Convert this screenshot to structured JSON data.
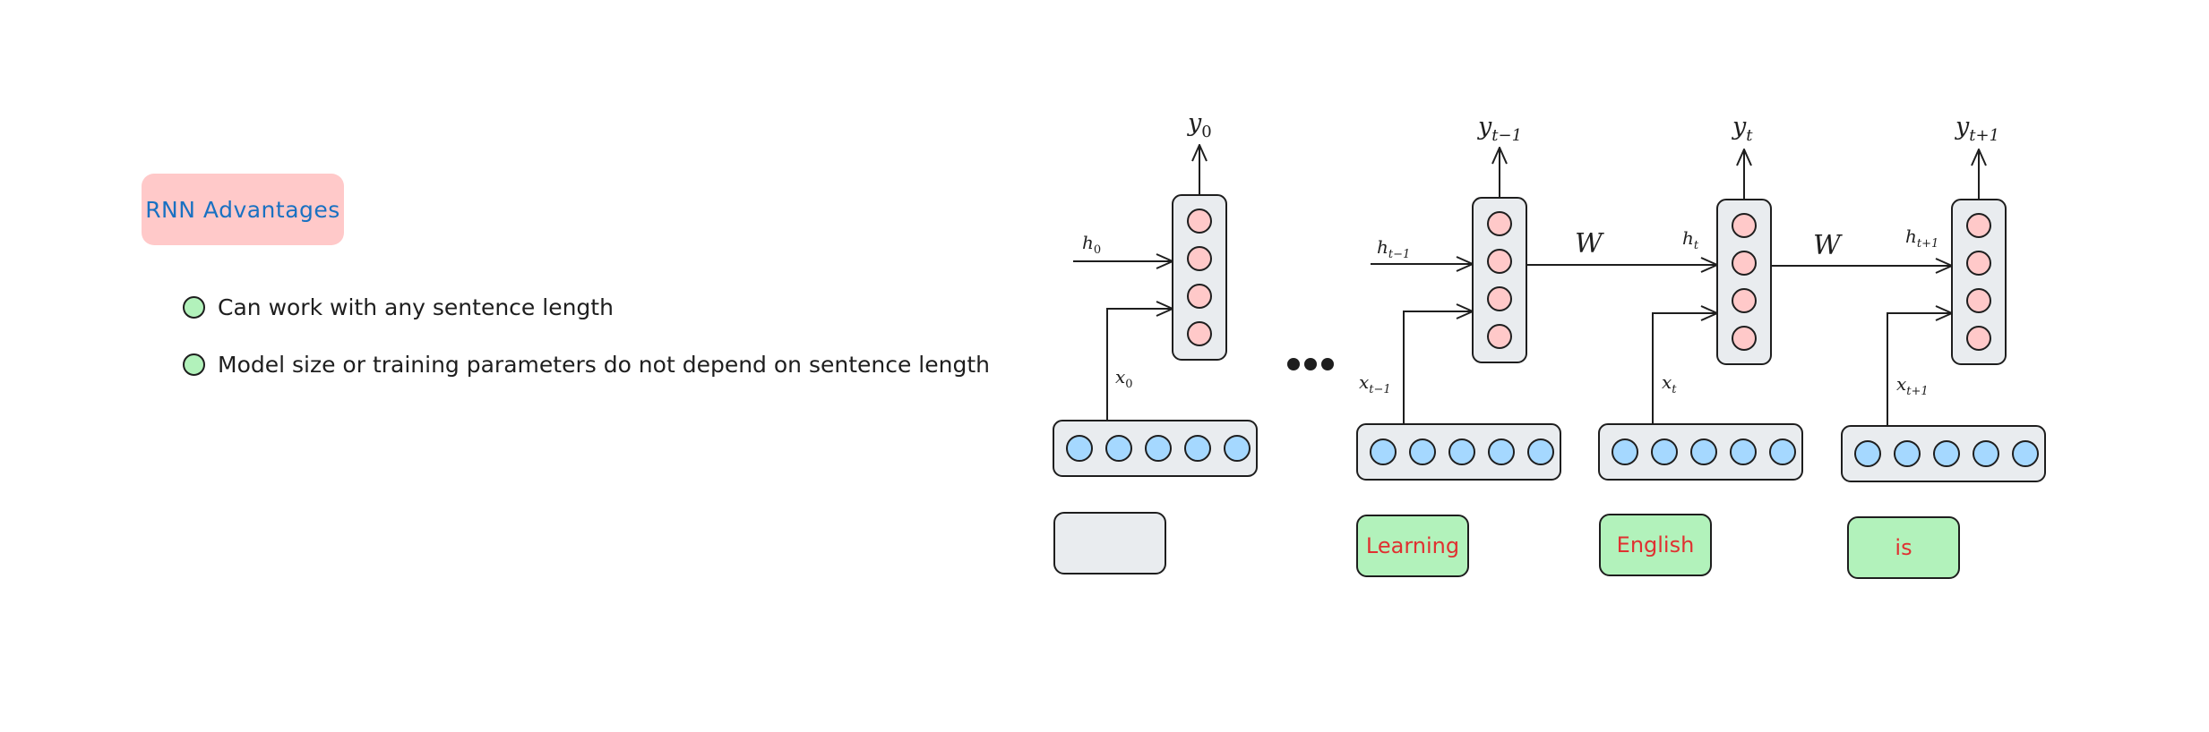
{
  "title": "RNN Advantages",
  "advantages": [
    "Can work with any sentence length",
    "Model size or training parameters do not depend on sentence length"
  ],
  "diagram": {
    "timesteps": [
      {
        "output": "y",
        "output_sub": "0",
        "hidden": "h",
        "hidden_sub": "0",
        "input": "x",
        "input_sub": "0",
        "word": ""
      },
      {
        "output": "y",
        "output_sub": "t−1",
        "hidden": "h",
        "hidden_sub": "t−1",
        "input": "x",
        "input_sub": "t−1",
        "word": "Learning"
      },
      {
        "output": "y",
        "output_sub": "t",
        "hidden": "h",
        "hidden_sub": "t",
        "input": "x",
        "input_sub": "t",
        "word": "English"
      },
      {
        "output": "y",
        "output_sub": "t+1",
        "hidden": "h",
        "hidden_sub": "t+1",
        "input": "x",
        "input_sub": "t+1",
        "word": "is"
      }
    ],
    "weight_labels": [
      "W",
      "W"
    ],
    "colors": {
      "hidden_node": "#ffc9c9",
      "input_node": "#a5d8ff",
      "cell_fill": "#e9ecef",
      "word_fill_active": "#b2f2bb",
      "word_fill_empty": "#e9ecef",
      "word_text": "#e03131",
      "title_text": "#1971c2",
      "title_fill": "#ffc9c9"
    }
  }
}
